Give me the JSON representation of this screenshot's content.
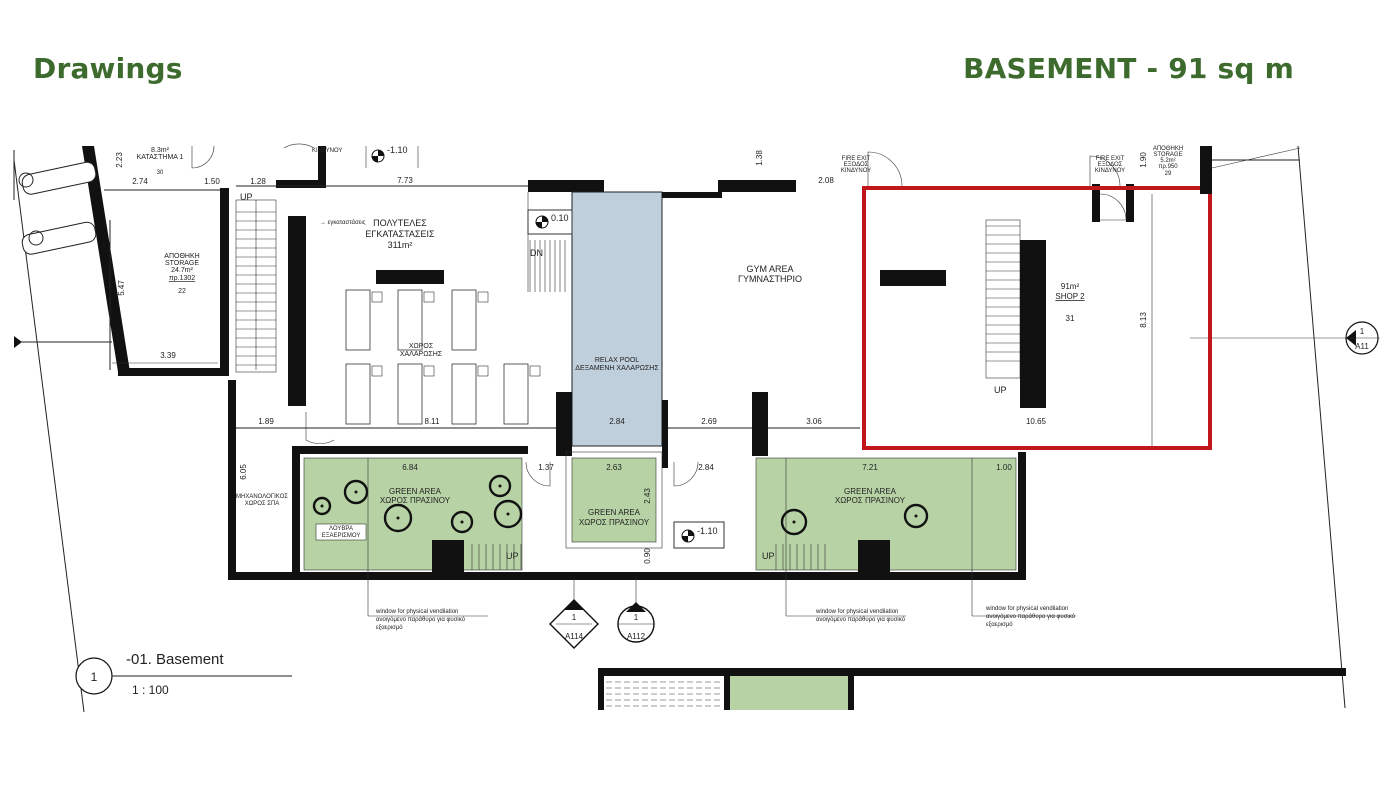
{
  "header": {
    "left": "Drawings",
    "right": "BASEMENT - 91 sq m"
  },
  "colors": {
    "header_green": "#3d6b2d",
    "highlight_red": "#c0161c",
    "green_area": "#b7d3a5",
    "pool": "#bfcfdc"
  },
  "plan": {
    "rooms": {
      "luxury": [
        "ΠΟΛΥΤΕΛΕΣ",
        "ΕΓΚΑΤΑΣΤΑΣΕΙΣ",
        "311m²"
      ],
      "relax_area": [
        "ΧΩΡΟΣ",
        "ΧΑΛΑΡΩΣΗΣ"
      ],
      "relax_pool": [
        "RELAX POOL",
        "ΔΕΞΑΜΕΝΗ ΧΑΛΑΡΩΣΗΣ"
      ],
      "gym": [
        "GYM AREA",
        "ΓΥΜΝΑΣΤΗΡΙΟ"
      ],
      "shop": [
        "91m²",
        "SHOP 2",
        "31"
      ],
      "storage": [
        "ΑΠΟΘΗΚΗ",
        "STORAGE",
        "24.7m²",
        "πρ.1302",
        "22"
      ],
      "store_top": [
        "8.3m²",
        "ΚΑΤΑΣΤΗΜΑ 1",
        "30"
      ],
      "storage_right": [
        "ΑΠΟΘΗΚΗ",
        "STORAGE",
        "5.2m²",
        "πρ.950",
        "29"
      ],
      "fire_exit_1": [
        "FIRE EXIT",
        "ΕΞΟΔΟΣ",
        "ΚΙΝΔΥΝΟΥ"
      ],
      "fire_exit_2": [
        "FIRE EXIT",
        "ΕΞΟΔΟΣ",
        "ΚΙΝΔΥΝΟΥ"
      ],
      "green_1": [
        "GREEN AREA",
        "ΧΩΡΟΣ ΠΡΑΣΙΝΟΥ"
      ],
      "green_2": [
        "GREEN AREA",
        "ΧΩΡΟΣ ΠΡΑΣΙΝΟΥ"
      ],
      "green_3": [
        "GREEN AREA",
        "ΧΩΡΟΣ ΠΡΑΣΙΝΟΥ"
      ],
      "mech": [
        "ΜΗΧΑΝΟΛΟΓΙΚΟΣ",
        "ΧΩΡΟΣ ΣΠΑ"
      ],
      "louver": [
        "ΛΟΥΒΡΑ",
        "ΕΞΑΕΡΙΣΜΟΥ"
      ],
      "kindynou": "ΚΙΝΔΥΝΟΥ"
    },
    "stairs": {
      "up": "UP",
      "dn": "DN",
      "up_shop": "UP",
      "up_green1": "UP",
      "up_green2": "UP"
    },
    "levels": {
      "top": "-1.10",
      "pool": "0.10",
      "bottom": "-1.10"
    },
    "dimensions": {
      "d274": "2.74",
      "d150": "1.50",
      "d128": "1.28",
      "d773": "7.73",
      "d208": "2.08",
      "d223": "2.23",
      "d547": "5.47",
      "d339": "3.39",
      "d189": "1.89",
      "d811": "8.11",
      "d284": "2.84",
      "d269": "2.69",
      "d306": "3.06",
      "d1065": "10.65",
      "d813": "8.13",
      "d138": "1.38",
      "d190": "1.90",
      "d605": "6.05",
      "d684": "6.84",
      "d137": "1.37",
      "d263": "2.63",
      "d284b": "2.84",
      "d721": "7.21",
      "d100": "1.00",
      "d243": "2.43",
      "d090": "0.90"
    },
    "notes": {
      "window_1": [
        "window for physical vendilation",
        "ανοιγόμενο παράθυρο για φυσικό",
        "εξαερισμό"
      ],
      "window_2": [
        "window for physical vendilation",
        "ανοιγόμενο παράθυρο για φυσικό",
        "εξαερισμό"
      ],
      "window_3": [
        "window for physical vendilation",
        "ανοιγόμενο παράθυρο για φυσικό",
        "εξαερισμό"
      ]
    },
    "sections": {
      "s1": {
        "num": "1",
        "ref": "A114"
      },
      "s2": {
        "num": "1",
        "ref": "A112"
      },
      "s3": {
        "num": "1",
        "ref": "A11"
      }
    },
    "drawing_title": {
      "num": "1",
      "name": "-01. Basement",
      "scale": "1 : 100"
    }
  }
}
